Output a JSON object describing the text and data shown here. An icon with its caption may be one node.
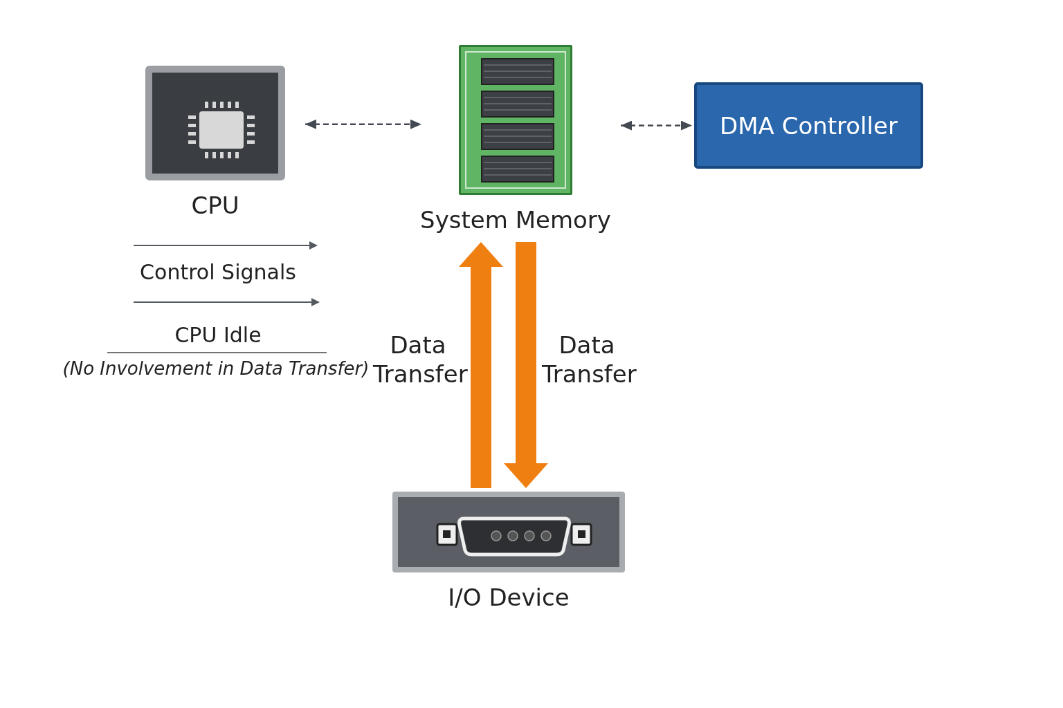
{
  "diagram": {
    "nodes": [
      {
        "text": [
          "CPU"
        ]
      },
      {
        "text": [
          "System Memory"
        ]
      },
      {
        "text": [
          "DMA Controller"
        ]
      },
      {
        "text": [
          "I/O Device"
        ]
      }
    ],
    "edges": [
      {
        "from": 0,
        "to": 1,
        "arrow": "both",
        "style": "dashed"
      },
      {
        "from": 1,
        "to": 2,
        "arrow": "both",
        "style": "dashed"
      },
      {
        "from": 3,
        "to": 1,
        "arrow": "to",
        "label": "Data Transfer",
        "style": "thick",
        "color": "#f07f12"
      },
      {
        "from": 1,
        "to": 3,
        "arrow": "to",
        "label": "Data Transfer",
        "style": "thick",
        "color": "#f07f12"
      }
    ],
    "labels": [
      "Control Signals",
      "CPU Idle",
      "(No Involvement in Data Transfer)"
    ]
  }
}
